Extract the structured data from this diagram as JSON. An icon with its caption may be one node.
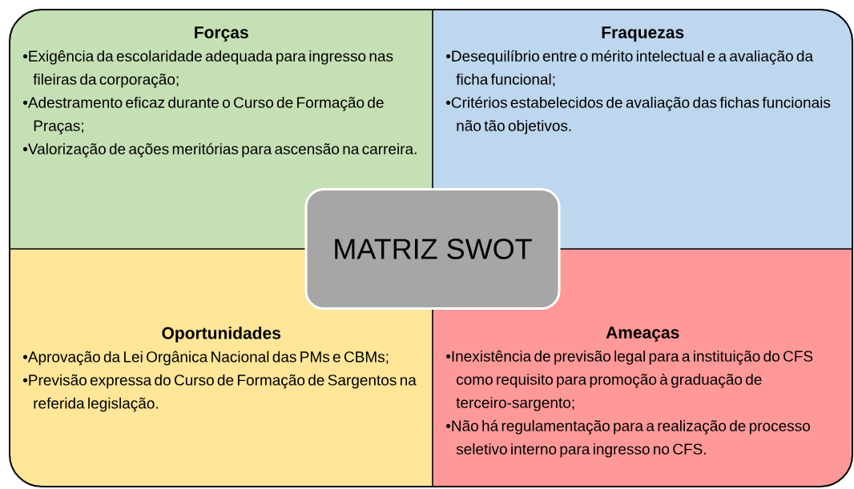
{
  "diagram": {
    "nodes": [
      {
        "text": [
          "Forças",
          "•Exigência da escolaridade adequada para ingresso nas fileiras da corporação;",
          "•Adestramento eficaz durante o Curso de Formação de Praças;",
          "•Valorização de ações meritórias para ascensão na carreira."
        ]
      },
      {
        "text": [
          "Fraquezas",
          "•Desequilíbrio entre o mérito intelectual e a avaliação da ficha funcional;",
          "•Critérios estabelecidos de avaliação das fichas funcionais não tão objetivos."
        ]
      },
      {
        "text": [
          "MATRIZ SWOT"
        ]
      },
      {
        "text": [
          "Oportunidades",
          "•Aprovação da Lei Orgânica Nacional das PMs e CBMs;",
          "•Previsão expressa do Curso de Formação de Sargentos na referida legislação."
        ]
      },
      {
        "text": [
          "Ameaças",
          "•Inexistência de previsão legal para a instituição do CFS como  requisito para promoção à graduação de terceiro-sargento;",
          "•Não há regulamentação para a realização de processo seletivo interno para ingresso no CFS."
        ]
      }
    ]
  }
}
